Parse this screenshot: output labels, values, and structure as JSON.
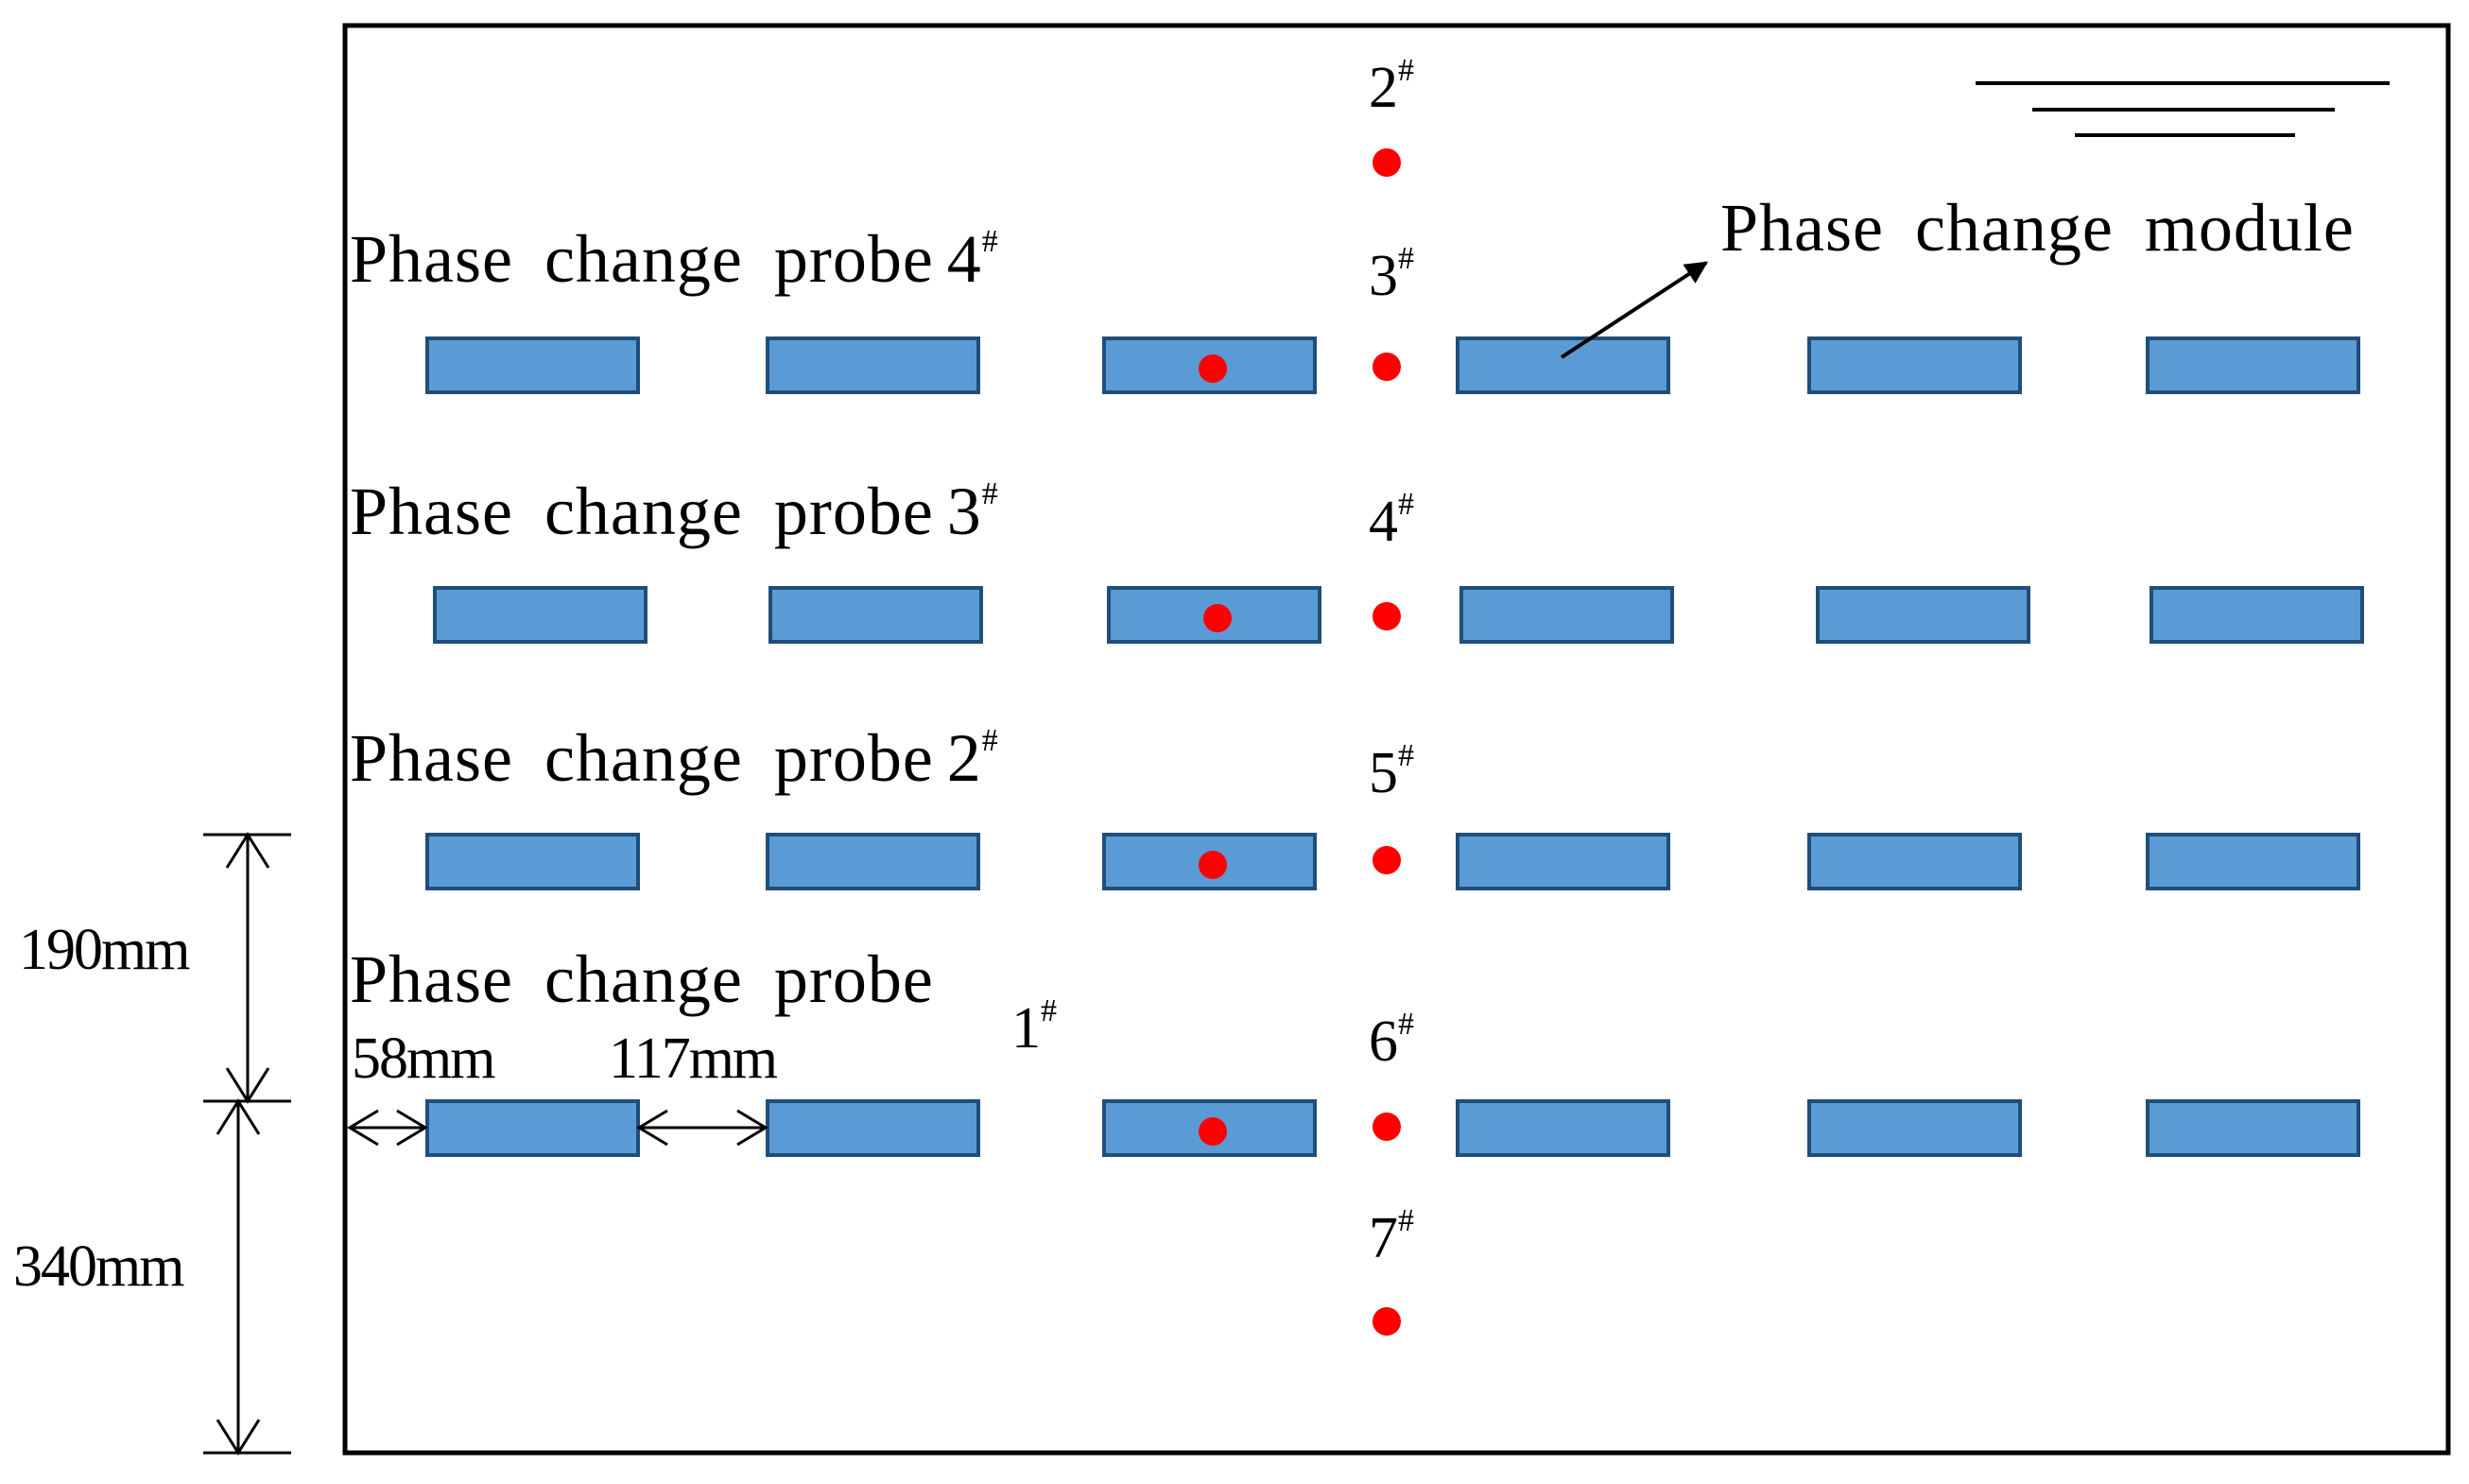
{
  "diagram": {
    "colors": {
      "module_fill": "#5B9BD5",
      "module_stroke": "#1F4E79",
      "probe_point": "#FF0000",
      "frame": "#000000"
    },
    "icons": {
      "water_level": "water-level-icon"
    },
    "labels": {
      "module": "Phase change module",
      "probe_prefix": "Phase change probe"
    },
    "probe_rows": [
      {
        "number": "4",
        "suffix": "#"
      },
      {
        "number": "3",
        "suffix": "#"
      },
      {
        "number": "2",
        "suffix": "#"
      },
      {
        "number": "1",
        "suffix": "#"
      }
    ],
    "measure_points": [
      {
        "number": "2",
        "suffix": "#"
      },
      {
        "number": "3",
        "suffix": "#"
      },
      {
        "number": "4",
        "suffix": "#"
      },
      {
        "number": "5",
        "suffix": "#"
      },
      {
        "number": "6",
        "suffix": "#"
      },
      {
        "number": "7",
        "suffix": "#"
      }
    ],
    "dimensions": {
      "row_spacing": "190mm",
      "bottom_depth": "340mm",
      "edge_gap": "58mm",
      "module_gap": "117mm"
    },
    "modules_per_row": 6
  }
}
